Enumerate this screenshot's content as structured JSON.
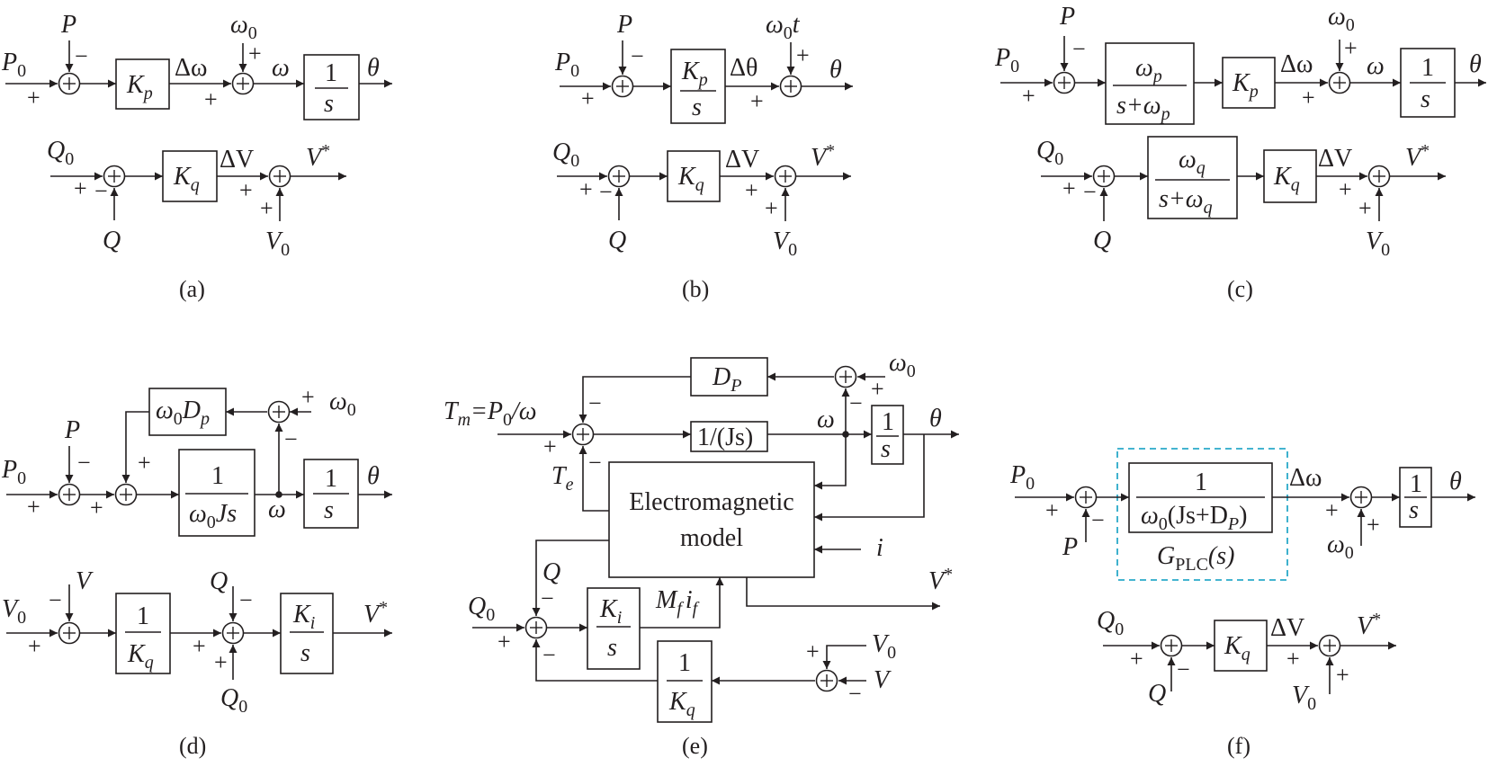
{
  "highlight_color": "#2aa9c9",
  "line_color": "#231f20",
  "panels": {
    "a": {
      "caption": "(a)",
      "p0": "P",
      "p0_sub": "0",
      "p": "P",
      "kp": "K",
      "kp_sub": "p",
      "dw": "Δω",
      "w0": "ω",
      "w0_sub": "0",
      "w": "ω",
      "int_num": "1",
      "int_den": "s",
      "theta": "θ",
      "q0": "Q",
      "q0_sub": "0",
      "q": "Q",
      "kq": "K",
      "kq_sub": "q",
      "dv": "ΔV",
      "vstar": "V",
      "vstar_sup": "*",
      "v0": "V",
      "v0_sub": "0",
      "plus": "+",
      "minus": "−"
    },
    "b": {
      "caption": "(b)",
      "p0": "P",
      "p0_sub": "0",
      "p": "P",
      "kp": "K",
      "kp_sub": "p",
      "den": "s",
      "dth": "Δθ",
      "w0": "ω",
      "w0_sub": "0",
      "t": "t",
      "theta": "θ",
      "q0": "Q",
      "q0_sub": "0",
      "q": "Q",
      "kq": "K",
      "kq_sub": "q",
      "dv": "ΔV",
      "vstar": "V",
      "vstar_sup": "*",
      "v0": "V",
      "v0_sub": "0",
      "plus": "+",
      "minus": "−"
    },
    "c": {
      "caption": "(c)",
      "p0": "P",
      "p0_sub": "0",
      "p": "P",
      "wp": "ω",
      "wp_sub": "p",
      "s_plus": "s+ω",
      "kp": "K",
      "kp_sub": "p",
      "dw": "Δω",
      "w0": "ω",
      "w0_sub": "0",
      "w": "ω",
      "int_num": "1",
      "int_den": "s",
      "theta": "θ",
      "q0": "Q",
      "q0_sub": "0",
      "q": "Q",
      "wq": "ω",
      "wq_sub": "q",
      "kq": "K",
      "kq_sub": "q",
      "dv": "ΔV",
      "vstar": "V",
      "vstar_sup": "*",
      "v0": "V",
      "v0_sub": "0",
      "plus": "+",
      "minus": "−"
    },
    "d": {
      "caption": "(d)",
      "p0": "P",
      "p0_sub": "0",
      "p": "P",
      "w0dp": "ω",
      "w0dp_a": "0",
      "w0dp_b": "D",
      "w0dp_c": "p",
      "w0": "ω",
      "w0_sub": "0",
      "one": "1",
      "jden_a": "ω",
      "jden_b": "0",
      "jden_c": "Js",
      "w": "ω",
      "int_den": "s",
      "theta": "θ",
      "v0": "V",
      "v0_sub": "0",
      "v": "V",
      "kq": "K",
      "kq_sub": "q",
      "q": "Q",
      "q0": "Q",
      "q0_sub": "0",
      "ki": "K",
      "ki_sub": "i",
      "ki_den": "s",
      "vstar": "V",
      "vstar_sup": "*",
      "plus": "+",
      "minus": "−"
    },
    "e": {
      "caption": "(e)",
      "dp": "D",
      "dp_sub": "P",
      "w0": "ω",
      "w0_sub": "0",
      "tm": "T",
      "tm_sub": "m",
      "tm_rest": "=P",
      "tm_rest_sub": "0",
      "tm_tail": "/ω",
      "invjs": "1/(Js)",
      "w": "ω",
      "one": "1",
      "int_den": "s",
      "theta": "θ",
      "te": "T",
      "te_sub": "e",
      "em_line1": "Electromagnetic",
      "em_line2": "model",
      "i": "i",
      "q": "Q",
      "q0": "Q",
      "q0_sub": "0",
      "ki": "K",
      "ki_sub": "i",
      "ki_den": "s",
      "mf": "M",
      "mf_sub": "f",
      "if": "i",
      "if_sub": "f",
      "vstar": "V",
      "vstar_sup": "*",
      "kq": "K",
      "kq_sub": "q",
      "v0": "V",
      "v0_sub": "0",
      "v": "V",
      "plus": "+",
      "minus": "−"
    },
    "f": {
      "caption": "(f)",
      "p0": "P",
      "p0_sub": "0",
      "p": "P",
      "one": "1",
      "den_a": "ω",
      "den_b": "0",
      "den_c": "(Js+D",
      "den_d": "P",
      "den_e": ")",
      "gplc": "G",
      "gplc_sub": "PLC",
      "gplc_arg": "(s)",
      "dw": "Δω",
      "w0": "ω",
      "w0_sub": "0",
      "int_den": "s",
      "theta": "θ",
      "q0": "Q",
      "q0_sub": "0",
      "q": "Q",
      "kq": "K",
      "kq_sub": "q",
      "dv": "ΔV",
      "vstar": "V",
      "vstar_sup": "*",
      "v0": "V",
      "v0_sub": "0",
      "plus": "+",
      "minus": "−"
    }
  }
}
